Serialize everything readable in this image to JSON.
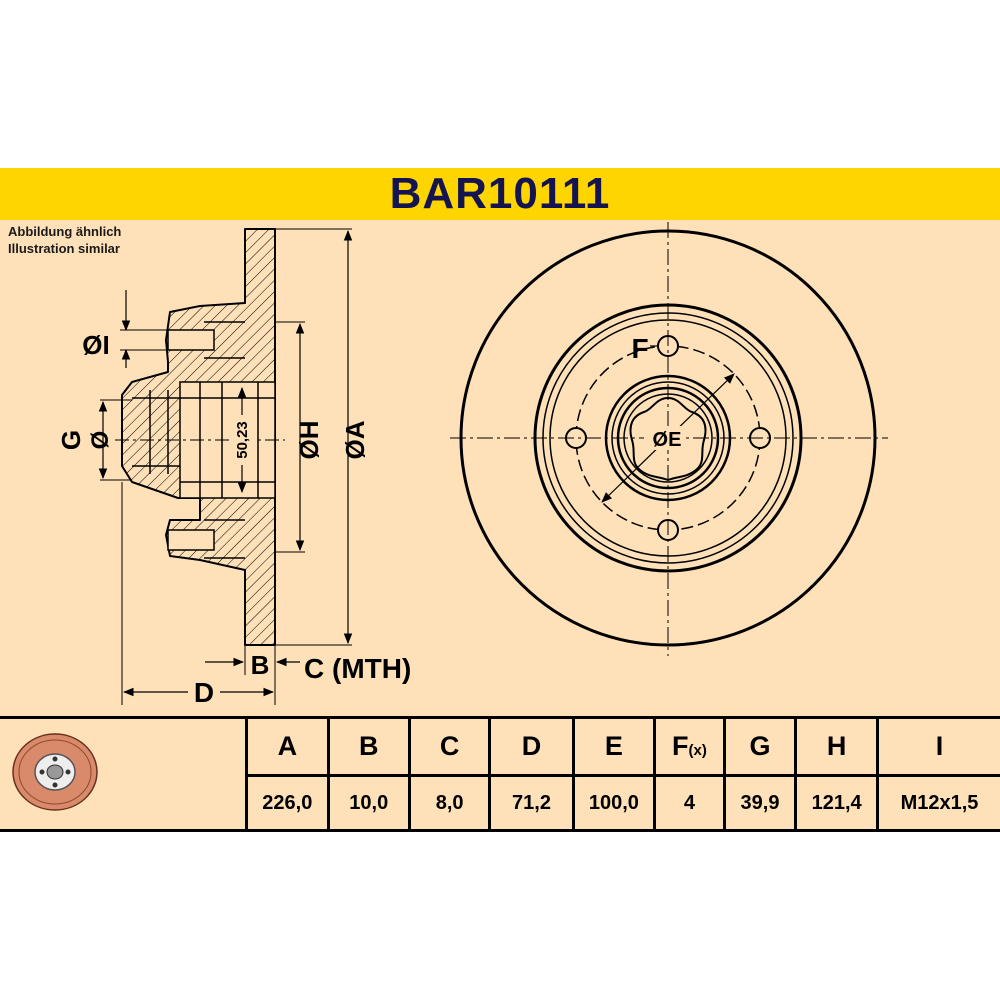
{
  "title": "BAR10111",
  "notes": {
    "de": "Abbildung ähnlich",
    "en": "Illustration similar"
  },
  "diagram_labels": {
    "dia_i": "ØI",
    "g": "G",
    "dia_g": "Ø",
    "dim_5023": "50,23",
    "dia_h": "ØH",
    "dia_a": "ØA",
    "b": "B",
    "c_mth": "C (MTH)",
    "d": "D",
    "f": "F",
    "dia_e": "ØE"
  },
  "spec_table": {
    "headers": [
      {
        "label": "A"
      },
      {
        "label": "B"
      },
      {
        "label": "C"
      },
      {
        "label": "D"
      },
      {
        "label": "E"
      },
      {
        "label": "F",
        "suffix": "(x)"
      },
      {
        "label": "G"
      },
      {
        "label": "H"
      },
      {
        "label": "I"
      }
    ],
    "values": [
      "226,0",
      "10,0",
      "8,0",
      "71,2",
      "100,0",
      "4",
      "39,9",
      "121,4",
      "M12x1,5"
    ]
  },
  "colors": {
    "title_bar": "#ffd500",
    "title_text": "#141450",
    "background": "#fee0b9",
    "lines": "#000000"
  }
}
